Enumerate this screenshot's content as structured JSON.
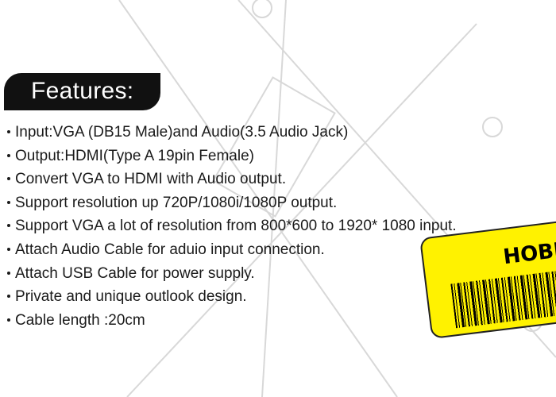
{
  "header": {
    "title": "Features:"
  },
  "features": [
    "Input:VGA (DB15 Male)and Audio(3.5 Audio Jack)",
    "Output:HDMI(Type A 19pin Female)",
    "Convert VGA to HDMI with Audio output.",
    "Support resolution up 720P/1080i/1080P output.",
    "Support VGA a lot of resolution from 800*600 to 1920* 1080 input.",
    "Attach Audio Cable for aduio input connection.",
    "Attach USB Cable for power supply.",
    "Private and unique outlook design.",
    "Cable length :20cm"
  ],
  "sticker": {
    "text": "НОВЫ"
  },
  "colors": {
    "header_bg": "#111111",
    "sticker_bg": "#fff200",
    "text": "#1a1a1a"
  }
}
